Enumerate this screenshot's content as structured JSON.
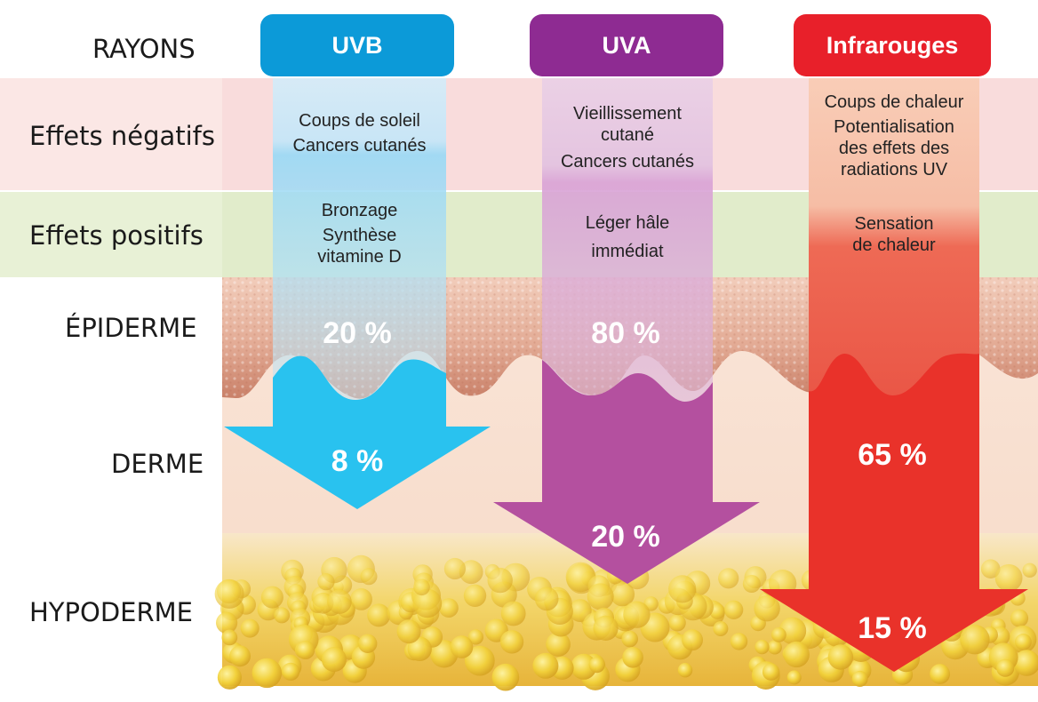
{
  "row_labels": {
    "rays": "RAYONS",
    "negative": "Effets négatifs",
    "positive": "Effets positifs",
    "epidermis": "ÉPIDERME",
    "dermis": "DERME",
    "hypodermis": "HYPODERME"
  },
  "rays": [
    {
      "name": "UVB",
      "color": "#0c9ad8",
      "negative": [
        "Coups de soleil",
        "Cancers cutanés"
      ],
      "positive": [
        "Bronzage",
        "Synthèse",
        "vitamine D"
      ],
      "epidermis_pct": "20 %",
      "dermis_pct": "8 %",
      "hypodermis_pct": ""
    },
    {
      "name": "UVA",
      "color": "#8e2b92",
      "negative": [
        "Vieillissement",
        "cutané",
        "Cancers cutanés"
      ],
      "positive": [
        "Léger hâle",
        "immédiat"
      ],
      "epidermis_pct": "80 %",
      "dermis_pct": "",
      "hypodermis_pct": "20 %"
    },
    {
      "name": "Infrarouges",
      "color": "#e8202a",
      "negative": [
        "Coups de chaleur",
        "Potentialisation",
        "des effets des",
        "radiations UV"
      ],
      "positive": [
        "Sensation",
        "de chaleur"
      ],
      "epidermis_pct": "",
      "dermis_pct": "65 %",
      "hypodermis_pct": "15 %"
    }
  ],
  "colors": {
    "negative_band": "#f9dcdc",
    "positive_band": "#e1eccb",
    "epidermis": "#e6b09b",
    "dermis": "#fbe3d6",
    "hypodermis_fat": "#f2d33a",
    "uvb_arrow": "#29c2ef",
    "uva_arrow": "#b4509f",
    "ir_arrow": "#e9322a"
  }
}
